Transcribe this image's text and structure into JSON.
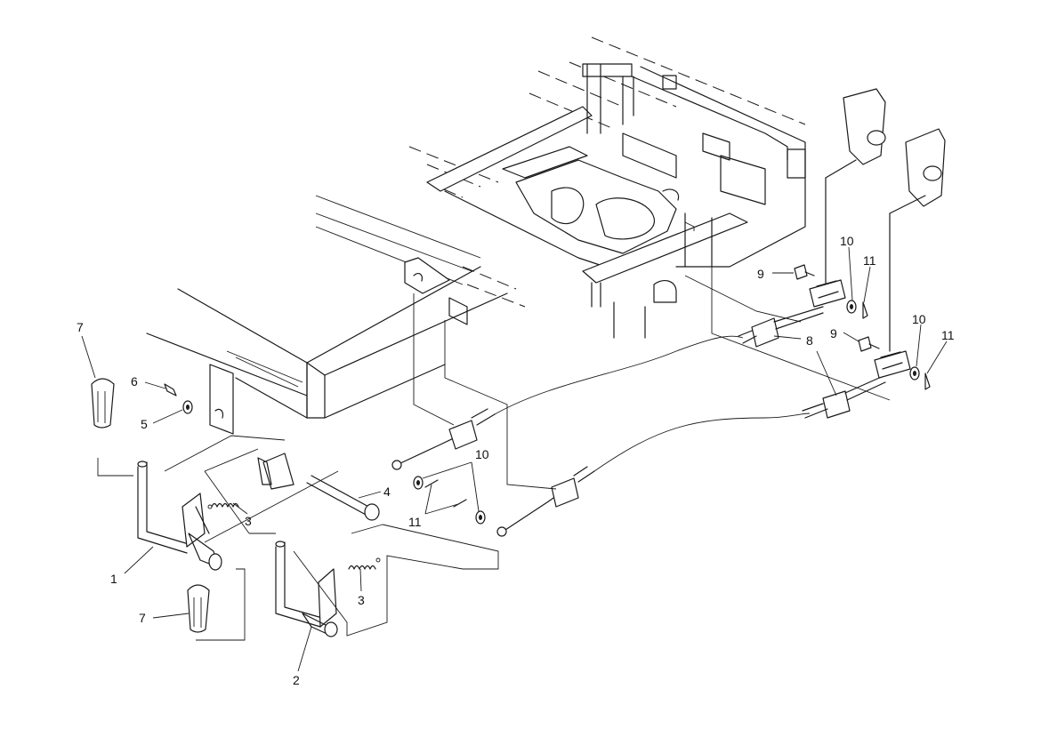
{
  "callouts": [
    {
      "id": "c1",
      "label": "1"
    },
    {
      "id": "c2",
      "label": "2"
    },
    {
      "id": "c3a",
      "label": "3"
    },
    {
      "id": "c3b",
      "label": "3"
    },
    {
      "id": "c4",
      "label": "4"
    },
    {
      "id": "c5",
      "label": "5"
    },
    {
      "id": "c6",
      "label": "6"
    },
    {
      "id": "c7a",
      "label": "7"
    },
    {
      "id": "c7b",
      "label": "7"
    },
    {
      "id": "c8",
      "label": "8"
    },
    {
      "id": "c9a",
      "label": "9"
    },
    {
      "id": "c9b",
      "label": "9"
    },
    {
      "id": "c10a",
      "label": "10"
    },
    {
      "id": "c10b",
      "label": "10"
    },
    {
      "id": "c10c",
      "label": "10"
    },
    {
      "id": "c11a",
      "label": "11"
    },
    {
      "id": "c11b",
      "label": "11"
    },
    {
      "id": "c11c",
      "label": "11"
    }
  ],
  "colors": {
    "line": "#1a1a1a",
    "background": "#ffffff"
  }
}
